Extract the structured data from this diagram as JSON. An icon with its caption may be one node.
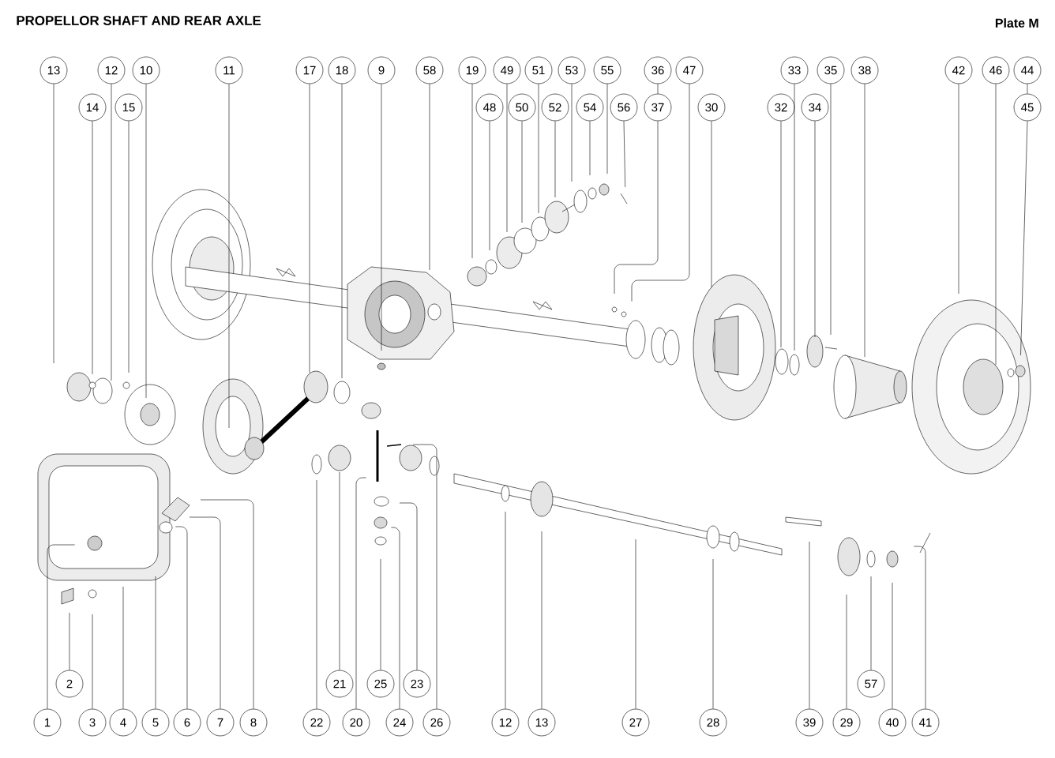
{
  "diagram": {
    "title": "PROPELLOR SHAFT AND REAR AXLE",
    "nodes": [
      {
        "text": [
          "13"
        ]
      },
      {
        "text": [
          "12"
        ]
      },
      {
        "text": [
          "10"
        ]
      },
      {
        "text": [
          "11"
        ]
      },
      {
        "text": [
          "17"
        ]
      },
      {
        "text": [
          "18"
        ]
      },
      {
        "text": [
          "9"
        ]
      },
      {
        "text": [
          "58"
        ]
      },
      {
        "text": [
          "19"
        ]
      },
      {
        "text": [
          "49"
        ]
      },
      {
        "text": [
          "51"
        ]
      },
      {
        "text": [
          "53"
        ]
      },
      {
        "text": [
          "55"
        ]
      },
      {
        "text": [
          "36"
        ]
      },
      {
        "text": [
          "47"
        ]
      },
      {
        "text": [
          "33"
        ]
      },
      {
        "text": [
          "35"
        ]
      },
      {
        "text": [
          "38"
        ]
      },
      {
        "text": [
          "42"
        ]
      },
      {
        "text": [
          "46"
        ]
      },
      {
        "text": [
          "44"
        ]
      },
      {
        "text": [
          "14"
        ]
      },
      {
        "text": [
          "15"
        ]
      },
      {
        "text": [
          "48"
        ]
      },
      {
        "text": [
          "50"
        ]
      },
      {
        "text": [
          "52"
        ]
      },
      {
        "text": [
          "54"
        ]
      },
      {
        "text": [
          "56"
        ]
      },
      {
        "text": [
          "37"
        ]
      },
      {
        "text": [
          "30"
        ]
      },
      {
        "text": [
          "32"
        ]
      },
      {
        "text": [
          "34"
        ]
      },
      {
        "text": [
          "45"
        ]
      },
      {
        "text": [
          "2"
        ]
      },
      {
        "text": [
          "21"
        ]
      },
      {
        "text": [
          "25"
        ]
      },
      {
        "text": [
          "23"
        ]
      },
      {
        "text": [
          "57"
        ]
      },
      {
        "text": [
          "1"
        ]
      },
      {
        "text": [
          "3"
        ]
      },
      {
        "text": [
          "4"
        ]
      },
      {
        "text": [
          "5"
        ]
      },
      {
        "text": [
          "6"
        ]
      },
      {
        "text": [
          "7"
        ]
      },
      {
        "text": [
          "8"
        ]
      },
      {
        "text": [
          "22"
        ]
      },
      {
        "text": [
          "20"
        ]
      },
      {
        "text": [
          "24"
        ]
      },
      {
        "text": [
          "26"
        ]
      },
      {
        "text": [
          "12"
        ]
      },
      {
        "text": [
          "13"
        ]
      },
      {
        "text": [
          "27"
        ]
      },
      {
        "text": [
          "28"
        ]
      },
      {
        "text": [
          "39"
        ]
      },
      {
        "text": [
          "29"
        ]
      },
      {
        "text": [
          "40"
        ]
      },
      {
        "text": [
          "41"
        ]
      }
    ],
    "edges": [
      {
        "from": 0,
        "to": null,
        "arrow": "none"
      },
      {
        "from": 1,
        "to": null,
        "arrow": "none"
      },
      {
        "from": 2,
        "to": null,
        "arrow": "none"
      },
      {
        "from": 3,
        "to": null,
        "arrow": "none"
      },
      {
        "from": 4,
        "to": null,
        "arrow": "none"
      },
      {
        "from": 5,
        "to": null,
        "arrow": "none"
      },
      {
        "from": 6,
        "to": null,
        "arrow": "none"
      },
      {
        "from": 7,
        "to": null,
        "arrow": "none"
      },
      {
        "from": 8,
        "to": null,
        "arrow": "none"
      },
      {
        "from": 9,
        "to": null,
        "arrow": "none"
      },
      {
        "from": 10,
        "to": null,
        "arrow": "none"
      },
      {
        "from": 11,
        "to": null,
        "arrow": "none"
      },
      {
        "from": 12,
        "to": null,
        "arrow": "none"
      },
      {
        "from": 14,
        "to": null,
        "arrow": "none"
      },
      {
        "from": 15,
        "to": null,
        "arrow": "none"
      },
      {
        "from": 16,
        "to": null,
        "arrow": "none"
      },
      {
        "from": 17,
        "to": null,
        "arrow": "none"
      },
      {
        "from": 18,
        "to": null,
        "arrow": "none"
      },
      {
        "from": 19,
        "to": null,
        "arrow": "none"
      },
      {
        "from": 21,
        "to": null,
        "arrow": "none"
      },
      {
        "from": 22,
        "to": null,
        "arrow": "none"
      },
      {
        "from": 23,
        "to": null,
        "arrow": "none"
      },
      {
        "from": 24,
        "to": null,
        "arrow": "none"
      },
      {
        "from": 25,
        "to": null,
        "arrow": "none"
      },
      {
        "from": 26,
        "to": null,
        "arrow": "none"
      },
      {
        "from": 27,
        "to": null,
        "arrow": "none"
      },
      {
        "from": 28,
        "to": null,
        "arrow": "none"
      },
      {
        "from": 29,
        "to": null,
        "arrow": "none"
      },
      {
        "from": 30,
        "to": null,
        "arrow": "none"
      },
      {
        "from": 31,
        "to": null,
        "arrow": "none"
      },
      {
        "from": 32,
        "to": null,
        "arrow": "none"
      },
      {
        "from": 33,
        "to": null,
        "arrow": "none"
      },
      {
        "from": 34,
        "to": null,
        "arrow": "none"
      },
      {
        "from": 35,
        "to": null,
        "arrow": "none"
      },
      {
        "from": 36,
        "to": null,
        "arrow": "none"
      },
      {
        "from": 37,
        "to": null,
        "arrow": "none"
      },
      {
        "from": 38,
        "to": null,
        "arrow": "none"
      },
      {
        "from": 39,
        "to": null,
        "arrow": "none"
      },
      {
        "from": 40,
        "to": null,
        "arrow": "none"
      },
      {
        "from": 41,
        "to": null,
        "arrow": "none"
      },
      {
        "from": 42,
        "to": null,
        "arrow": "none"
      },
      {
        "from": 43,
        "to": null,
        "arrow": "none"
      },
      {
        "from": 44,
        "to": null,
        "arrow": "none"
      },
      {
        "from": 45,
        "to": null,
        "arrow": "none"
      },
      {
        "from": 46,
        "to": null,
        "arrow": "none"
      },
      {
        "from": 47,
        "to": null,
        "arrow": "none"
      },
      {
        "from": 48,
        "to": null,
        "arrow": "none"
      },
      {
        "from": 49,
        "to": null,
        "arrow": "none"
      },
      {
        "from": 50,
        "to": null,
        "arrow": "none"
      },
      {
        "from": 51,
        "to": null,
        "arrow": "none"
      },
      {
        "from": 52,
        "to": null,
        "arrow": "none"
      },
      {
        "from": 53,
        "to": null,
        "arrow": "none"
      },
      {
        "from": 54,
        "to": null,
        "arrow": "none"
      },
      {
        "from": 55,
        "to": null,
        "arrow": "none"
      },
      {
        "from": 56,
        "to": null,
        "arrow": "none"
      },
      {
        "from": 13,
        "to": 28,
        "arrow": "none"
      },
      {
        "from": 20,
        "to": 32,
        "arrow": "none"
      }
    ],
    "labels": [
      "Plate M"
    ]
  }
}
